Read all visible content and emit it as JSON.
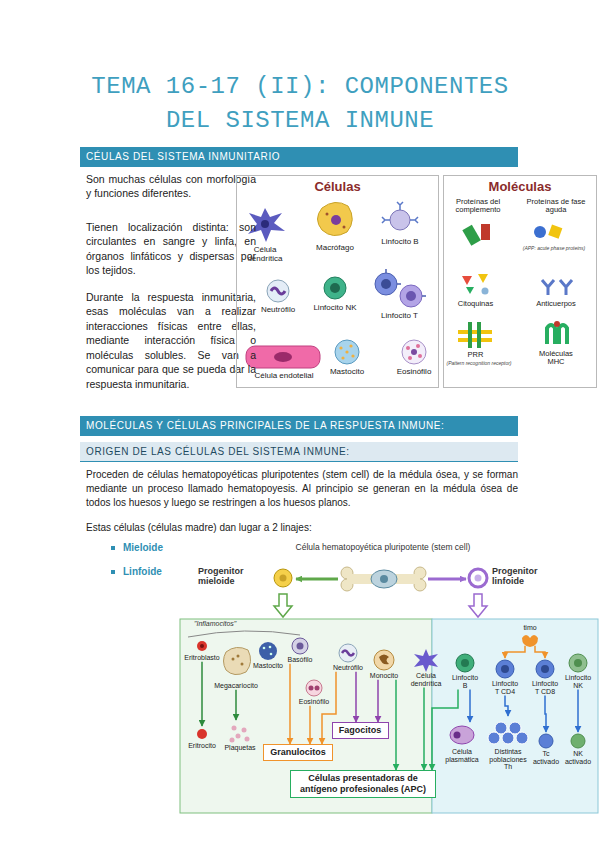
{
  "diagram": {
    "title": "TEMA 16-17 (II): COMPONENTES DEL SISTEMA INMUNE",
    "nodes": [
      {
        "text": [
          "CÉULAS DEL SISTEMA INMUNITARIO"
        ]
      },
      {
        "text": [
          "Células"
        ]
      },
      {
        "text": [
          "Moléculas"
        ]
      },
      {
        "text": [
          "MOLÉCULAS Y CÉLULAS PRINCIPALES DE LA RESPUESTA INMUNE:"
        ]
      },
      {
        "text": [
          "ORIGEN DE LAS CÉLULAS DEL SISTEMA INMUNE:"
        ]
      },
      {
        "text": [
          "Célula hematopoyética pluripotente (stem cell)"
        ]
      },
      {
        "text": [
          "Progenitor mieloide"
        ]
      },
      {
        "text": [
          "Progenitor linfoide"
        ]
      },
      {
        "text": [
          "Eritroblasto"
        ]
      },
      {
        "text": [
          "Megacariocito"
        ]
      },
      {
        "text": [
          "Mastocito"
        ]
      },
      {
        "text": [
          "Basófilo"
        ]
      },
      {
        "text": [
          "Neutrófilo"
        ]
      },
      {
        "text": [
          "Eosinófilo"
        ]
      },
      {
        "text": [
          "Monocito"
        ]
      },
      {
        "text": [
          "Célula dendrítica"
        ]
      },
      {
        "text": [
          "Linfocito B"
        ]
      },
      {
        "text": [
          "timo"
        ]
      },
      {
        "text": [
          "Linfocito T CD4"
        ]
      },
      {
        "text": [
          "Linfocito T CD8"
        ]
      },
      {
        "text": [
          "Linfocito NK"
        ]
      },
      {
        "text": [
          "Eritrocito"
        ]
      },
      {
        "text": [
          "Plaquetas"
        ]
      },
      {
        "text": [
          "Fagocitos"
        ]
      },
      {
        "text": [
          "Granulocitos"
        ]
      },
      {
        "text": [
          "Célula plasmática"
        ]
      },
      {
        "text": [
          "Distintas poblaciones Th"
        ]
      },
      {
        "text": [
          "Tc activado"
        ]
      },
      {
        "text": [
          "NK activado"
        ]
      },
      {
        "text": [
          "Células presentadoras de antígeno profesionales (APC)"
        ]
      }
    ],
    "edges": [
      {
        "from": 5,
        "to": 6,
        "arrow": "to"
      },
      {
        "from": 5,
        "to": 7,
        "arrow": "to"
      },
      {
        "from": 8,
        "to": 21,
        "arrow": "to"
      },
      {
        "from": 9,
        "to": 22,
        "arrow": "to"
      },
      {
        "from": 11,
        "to": 24,
        "arrow": "to"
      },
      {
        "from": 12,
        "to": 24,
        "arrow": "to"
      },
      {
        "from": 13,
        "to": 24,
        "arrow": "to"
      },
      {
        "from": 12,
        "to": 23,
        "arrow": "to"
      },
      {
        "from": 14,
        "to": 23,
        "arrow": "to"
      },
      {
        "from": 14,
        "to": 29,
        "arrow": "to"
      },
      {
        "from": 15,
        "to": 29,
        "arrow": "to"
      },
      {
        "from": 16,
        "to": 29,
        "arrow": "to"
      },
      {
        "from": 17,
        "to": 18,
        "arrow": "to"
      },
      {
        "from": 17,
        "to": 19,
        "arrow": "to"
      },
      {
        "from": 16,
        "to": 25,
        "arrow": "to"
      },
      {
        "from": 18,
        "to": 26,
        "arrow": "to"
      },
      {
        "from": 19,
        "to": 27,
        "arrow": "to"
      },
      {
        "from": 20,
        "to": 28,
        "arrow": "to"
      }
    ],
    "labels": [
      "Son muchas células con morfología y funciones diferentes.",
      "Tienen localización distinta: son circulantes en sangre y linfa, en órganos linfáticos y dispersas por los tejidos.",
      "Durante la respuesta inmunitaria, esas moléculas van a realizar interacciones físicas entre ellas, mediante interacción física o moléculas solubles. Se van a comunicar para que se pueda dar la respuesta inmunitaria.",
      "Célula dendrítica",
      "Macrófago",
      "Linfocito B",
      "Neutrófilo",
      "Linfocito NK",
      "Linfocito T",
      "Célula endotelial",
      "Mastocito",
      "Eosinófilo",
      "Proteínas del complemento",
      "Proteínas de fase aguda",
      "(APP: acute phase proteins)",
      "Citoquinas",
      "Anticuerpos",
      "PRR",
      "(Pattern recognition receptor)",
      "Moléculas MHC",
      "Proceden de células hematopoyéticas pluripotentes (stem cell) de la médula ósea, y se forman mediante un proceso llamado hematopoyesis. Al principio se generan en la médula ósea de todos los huesos y luego se restringen a los huesos planos.",
      "Estas células (células madre) dan lugar a 2 linajes:",
      "Mieloide",
      "Linfoide",
      "\"Inflamocitos\""
    ]
  }
}
